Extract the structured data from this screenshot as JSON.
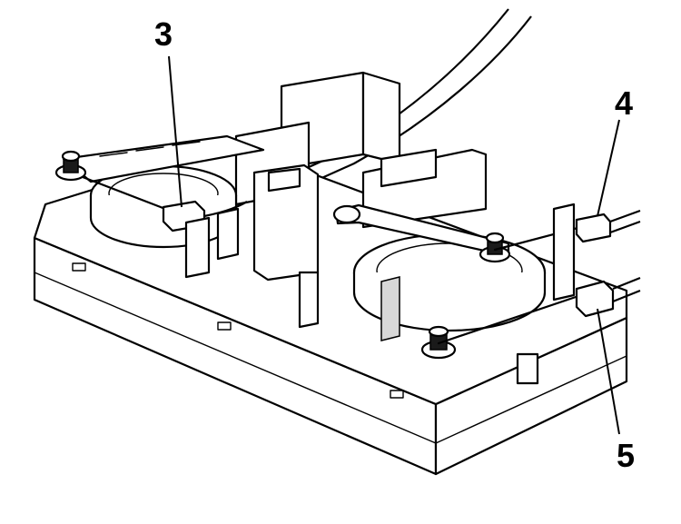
{
  "callouts": {
    "three": "3",
    "four": "4",
    "five": "5"
  }
}
